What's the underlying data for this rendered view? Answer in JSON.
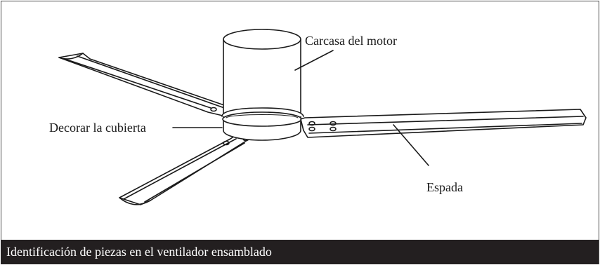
{
  "labels": {
    "motor_housing": "Carcasa del motor",
    "decorative_cover": "Decorar la cubierta",
    "blade": "Espada"
  },
  "caption": "Identificación de piezas en el ventilador ensamblado",
  "colors": {
    "line": "#1a1a1a",
    "caption_background": "#231f20",
    "caption_text": "#ffffff"
  }
}
